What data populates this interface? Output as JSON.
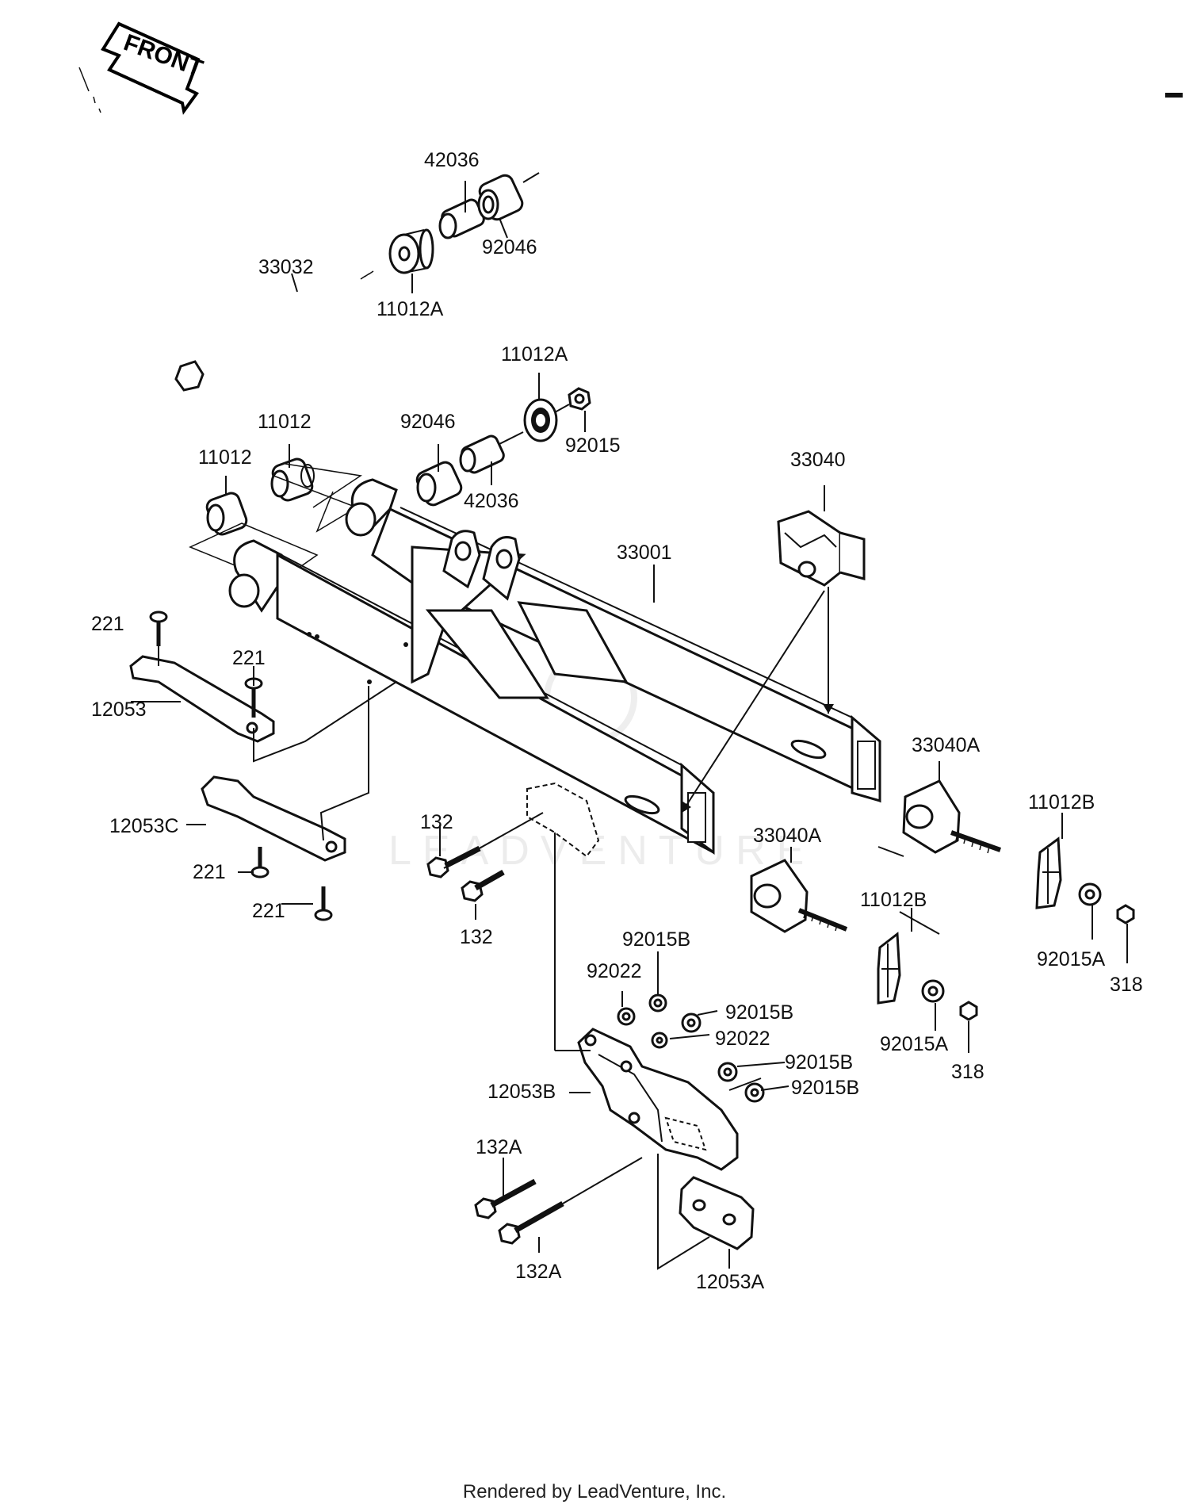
{
  "front_arrow": {
    "label": "FRONT"
  },
  "parts": {
    "p42036_top": "42036",
    "p92046_top": "92046",
    "p33032": "33032",
    "p11012A_top": "11012A",
    "p11012A_mid": "11012A",
    "p92046_mid": "92046",
    "p92015": "92015",
    "p42036_mid": "42036",
    "p11012_a": "11012",
    "p11012_b": "11012",
    "p33040": "33040",
    "p33001": "33001",
    "p221_a": "221",
    "p221_b": "221",
    "p12053": "12053",
    "p33040A_right": "33040A",
    "p11012B_right": "11012B",
    "p12053C": "12053C",
    "p132_a": "132",
    "p33040A_left": "33040A",
    "p221_c": "221",
    "p221_d": "221",
    "p132_b": "132",
    "p11012B_left": "11012B",
    "p92015B_a": "92015B",
    "p92022_a": "92022",
    "p92015A_right": "92015A",
    "p318_right": "318",
    "p92015B_b": "92015B",
    "p92022_b": "92022",
    "p92015A_left": "92015A",
    "p318_left": "318",
    "p92015B_c": "92015B",
    "p92015B_d": "92015B",
    "p12053B": "12053B",
    "p132A_a": "132A",
    "p132A_b": "132A",
    "p12053A": "12053A"
  },
  "watermark": "LEADVENTURE",
  "footer": "Rendered by LeadVenture, Inc."
}
